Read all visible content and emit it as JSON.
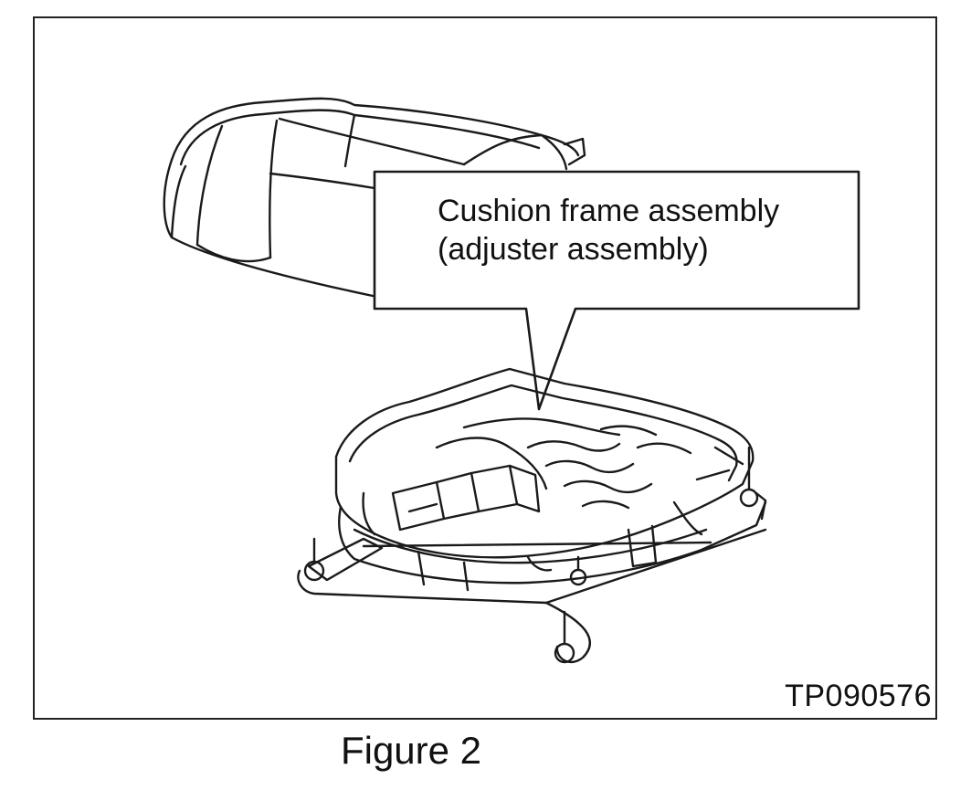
{
  "callout": {
    "line1": "Cushion frame assembly",
    "line2": "(adjuster assembly)"
  },
  "reference_code": "TP090576",
  "caption": "Figure 2",
  "colors": {
    "line": "#1a1a1a",
    "background": "#ffffff"
  }
}
